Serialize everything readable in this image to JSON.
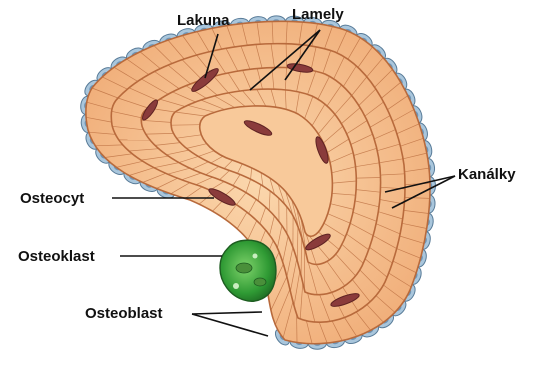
{
  "labels": {
    "lakuna": "Lakuna",
    "lamely": "Lamely",
    "osteocyt": "Osteocyt",
    "kanalky": "Kanálky",
    "osteoklast": "Osteoklast",
    "osteoblast": "Osteoblast"
  },
  "colors": {
    "background": "#ffffff",
    "lamella_fill": "#f4b987",
    "lamella_light": "#fbd7ad",
    "lamella_line": "#b86a3c",
    "osteocyte": "#8a3b3b",
    "osteoblast_fill": "#a9c6dc",
    "osteoblast_line": "#587b98",
    "osteoclast": "#3aa33a",
    "leader_line": "#111111",
    "label_text": "#111111"
  }
}
